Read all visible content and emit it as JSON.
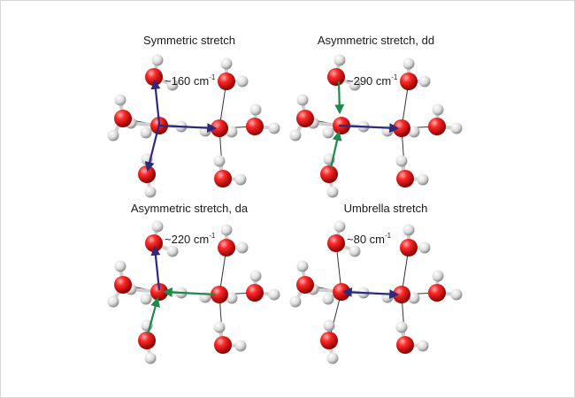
{
  "panels": [
    {
      "title": "Symmetric stretch",
      "frequency": "~160 cm",
      "unit_exponent": "-1"
    },
    {
      "title": "Asymmetric stretch, dd",
      "frequency": "~290 cm",
      "unit_exponent": "-1"
    },
    {
      "title": "Asymmetric stretch, da",
      "frequency": "~220 cm",
      "unit_exponent": "-1"
    },
    {
      "title": "Umbrella stretch",
      "frequency": "~80 cm",
      "unit_exponent": "-1"
    }
  ],
  "colors": {
    "oxygen": "#e0141b",
    "hydrogen": "#e8e8e8",
    "bond": "#333333",
    "arrow_primary": "#2a2a7e",
    "arrow_secondary": "#1d8a4a"
  }
}
